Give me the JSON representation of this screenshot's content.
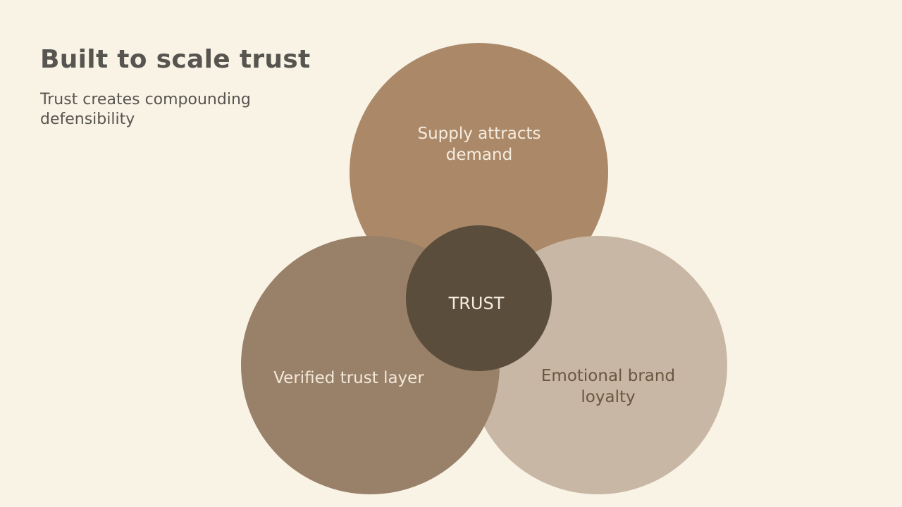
{
  "header": {
    "title": "Built to scale trust",
    "subtitle": "Trust creates compounding defensibility"
  },
  "diagram": {
    "center_label": "TRUST",
    "circles": [
      {
        "label": "Supply attracts demand",
        "color": "#ab8968"
      },
      {
        "label": "Verified trust layer",
        "color": "#998068"
      },
      {
        "label": "Emotional brand loyalty",
        "color": "#c8b7a4"
      }
    ],
    "center_color": "#5b4d3c",
    "background": "#f9f3e6"
  }
}
